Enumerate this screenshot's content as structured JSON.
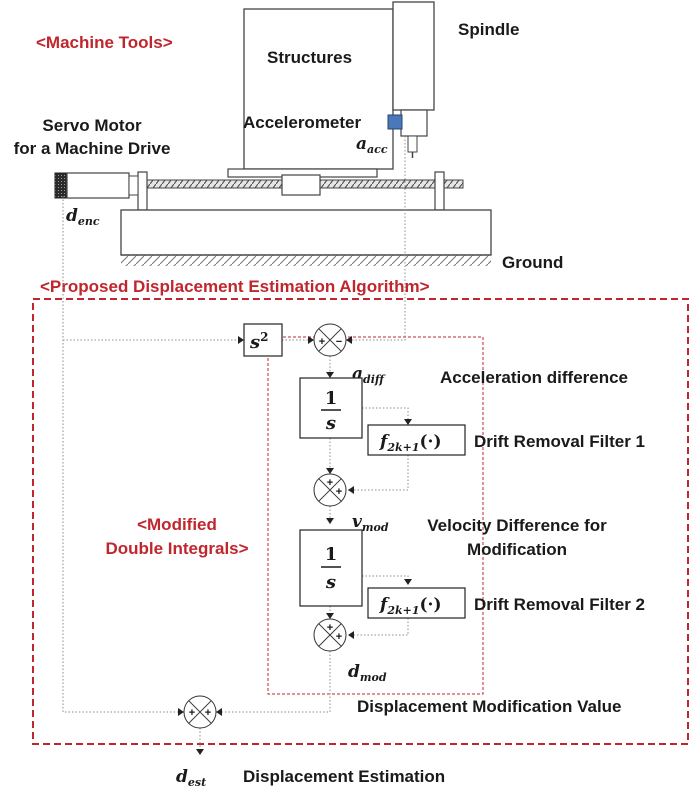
{
  "machine": {
    "section_title": "<Machine Tools>",
    "spindle": "Spindle",
    "structures": "Structures",
    "accelerometer": "Accelerometer",
    "servo_line1": "Servo Motor",
    "servo_line2": "for a Machine Drive",
    "ground": "Ground",
    "a_acc_base": "a",
    "a_acc_sub": "acc",
    "d_enc_base": "d",
    "d_enc_sub": "enc"
  },
  "algorithm": {
    "section_title": "<Proposed Displacement Estimation Algorithm>",
    "s2_base": "s",
    "s2_exp": "2",
    "a_diff_base": "a",
    "a_diff_sub": "diff",
    "acc_diff_label": "Acceleration difference",
    "integrator_num": "1",
    "integrator_den": "s",
    "filter_base": "f",
    "filter_sub": "2k+1",
    "filter_arg": "(·)",
    "filter1_label": "Drift Removal Filter 1",
    "filter2_label": "Drift Removal Filter 2",
    "v_mod_base": "v",
    "v_mod_sub": "mod",
    "vel_label_line1": "Velocity Difference for",
    "vel_label_line2": "Modification",
    "d_mod_base": "d",
    "d_mod_sub": "mod",
    "disp_mod_label": "Displacement Modification Value",
    "modified_line1": "<Modified",
    "modified_line2": "Double Integrals>",
    "d_est_base": "d",
    "d_est_sub": "est",
    "disp_est_label": "Displacement Estimation",
    "sum_signs": {
      "plus": "+",
      "minus": "−"
    }
  },
  "colors": {
    "accent_red": "#c0262d",
    "line_gray": "#8c8c8c",
    "text_dark": "#1a1a1a"
  }
}
